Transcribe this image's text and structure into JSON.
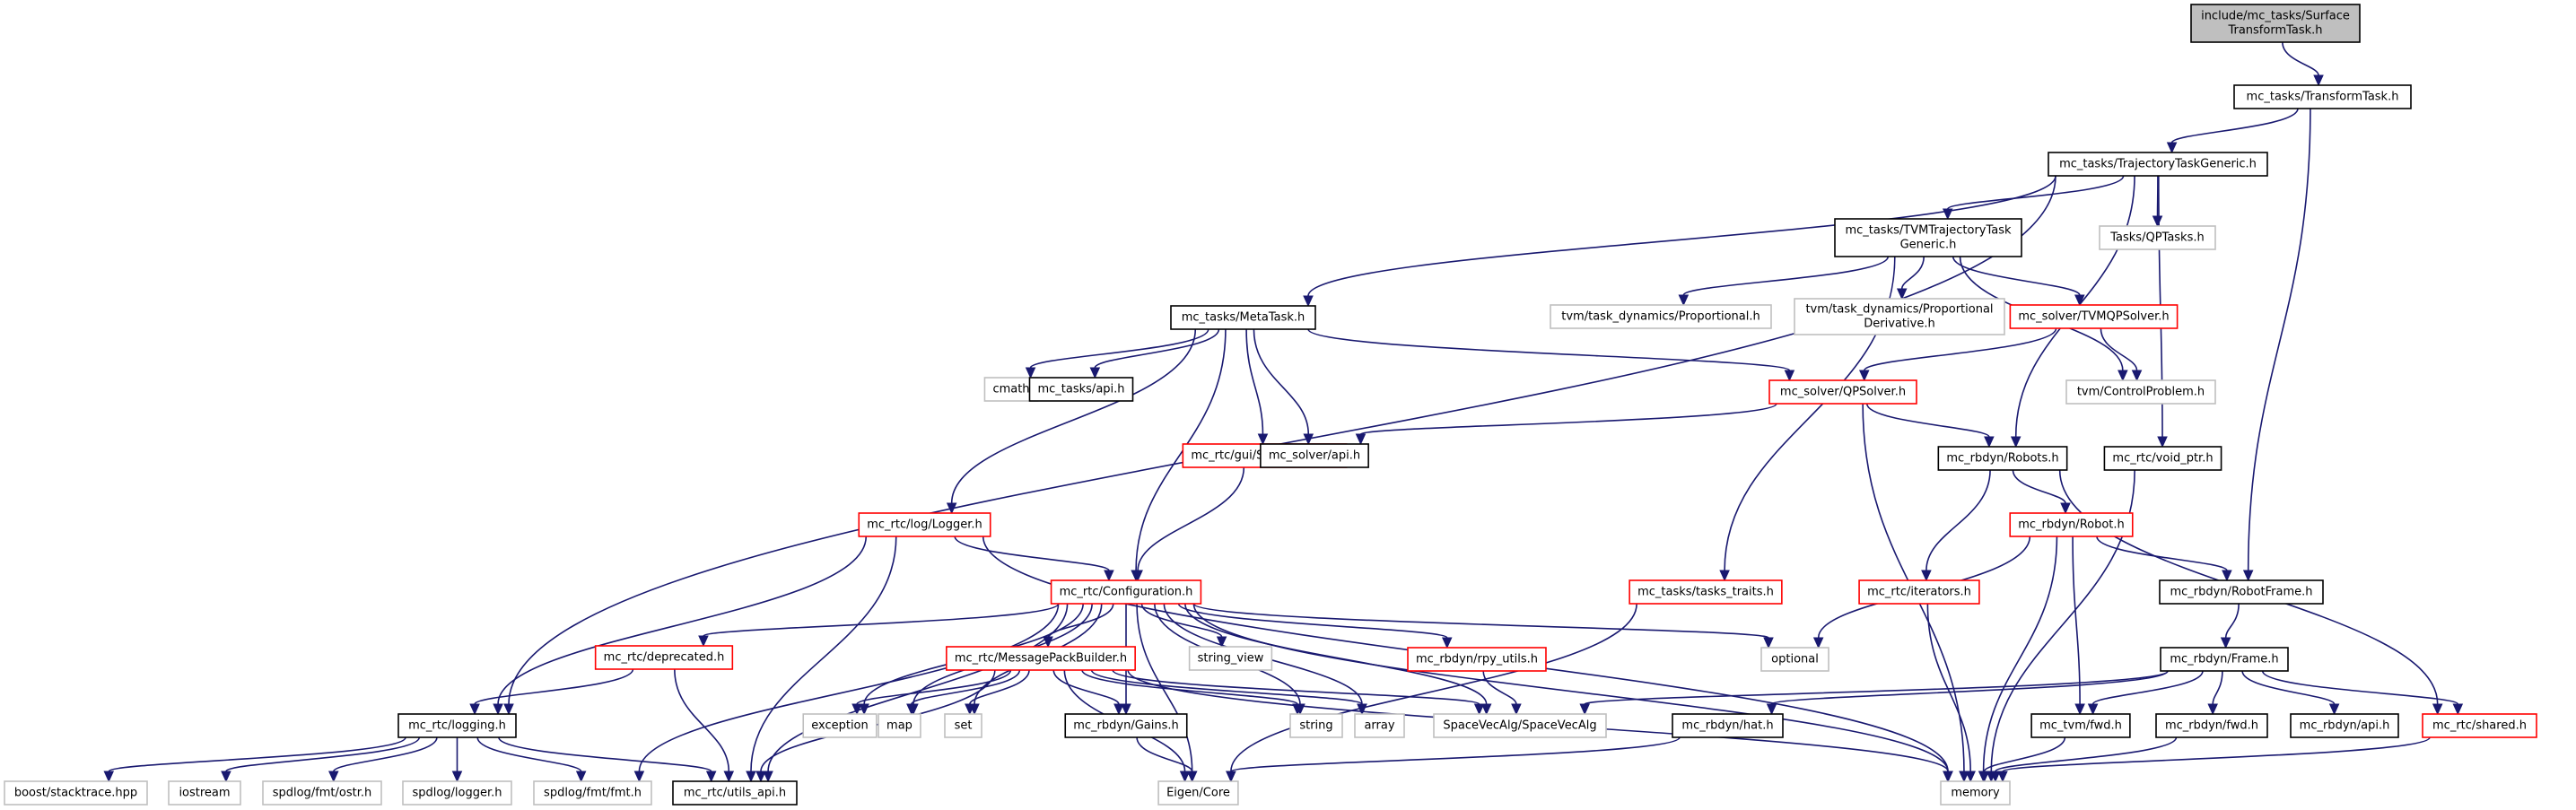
{
  "graph": {
    "title": "include/mc_tasks/SurfaceTransformTask.h",
    "colors": {
      "root_fill": "#bfbfbf",
      "documented_border": "#000000",
      "truncated_border": "#ff0000",
      "external_border": "#bfbfbf",
      "edge": "#191970"
    },
    "nodes": [
      {
        "id": "root",
        "lines": [
          "include/mc_tasks/Surface",
          "TransformTask.h"
        ],
        "kind": "root"
      },
      {
        "id": "transformtask",
        "lines": [
          "mc_tasks/TransformTask.h"
        ],
        "kind": "documented"
      },
      {
        "id": "trajgeneric",
        "lines": [
          "mc_tasks/TrajectoryTaskGeneric.h"
        ],
        "kind": "documented"
      },
      {
        "id": "tvmtraj",
        "lines": [
          "mc_tasks/TVMTrajectoryTask",
          "Generic.h"
        ],
        "kind": "documented"
      },
      {
        "id": "qptasks",
        "lines": [
          "Tasks/QPTasks.h"
        ],
        "kind": "external"
      },
      {
        "id": "metatask",
        "lines": [
          "mc_tasks/MetaTask.h"
        ],
        "kind": "documented"
      },
      {
        "id": "tvmprop",
        "lines": [
          "tvm/task_dynamics/Proportional.h"
        ],
        "kind": "external"
      },
      {
        "id": "tvmpropderiv",
        "lines": [
          "tvm/task_dynamics/Proportional",
          "Derivative.h"
        ],
        "kind": "external"
      },
      {
        "id": "tvmqpsolver",
        "lines": [
          "mc_solver/TVMQPSolver.h"
        ],
        "kind": "truncated"
      },
      {
        "id": "cmath",
        "lines": [
          "cmath"
        ],
        "kind": "external"
      },
      {
        "id": "taskapi",
        "lines": [
          "mc_tasks/api.h"
        ],
        "kind": "documented"
      },
      {
        "id": "qpsolver",
        "lines": [
          "mc_solver/QPSolver.h"
        ],
        "kind": "truncated"
      },
      {
        "id": "controlproblem",
        "lines": [
          "tvm/ControlProblem.h"
        ],
        "kind": "external"
      },
      {
        "id": "statebuilder",
        "lines": [
          "mc_rtc/gui/StateBuilder.h"
        ],
        "kind": "truncated"
      },
      {
        "id": "solverapi",
        "lines": [
          "mc_solver/api.h"
        ],
        "kind": "documented"
      },
      {
        "id": "robots",
        "lines": [
          "mc_rbdyn/Robots.h"
        ],
        "kind": "documented"
      },
      {
        "id": "voidptr",
        "lines": [
          "mc_rtc/void_ptr.h"
        ],
        "kind": "documented"
      },
      {
        "id": "logger",
        "lines": [
          "mc_rtc/log/Logger.h"
        ],
        "kind": "truncated"
      },
      {
        "id": "robot",
        "lines": [
          "mc_rbdyn/Robot.h"
        ],
        "kind": "truncated"
      },
      {
        "id": "configuration",
        "lines": [
          "mc_rtc/Configuration.h"
        ],
        "kind": "truncated"
      },
      {
        "id": "taskstraits",
        "lines": [
          "mc_tasks/tasks_traits.h"
        ],
        "kind": "truncated"
      },
      {
        "id": "iterators",
        "lines": [
          "mc_rtc/iterators.h"
        ],
        "kind": "truncated"
      },
      {
        "id": "robotframe",
        "lines": [
          "mc_rbdyn/RobotFrame.h"
        ],
        "kind": "documented"
      },
      {
        "id": "deprecated",
        "lines": [
          "mc_rtc/deprecated.h"
        ],
        "kind": "truncated"
      },
      {
        "id": "msgpack",
        "lines": [
          "mc_rtc/MessagePackBuilder.h"
        ],
        "kind": "truncated"
      },
      {
        "id": "stringview",
        "lines": [
          "string_view"
        ],
        "kind": "external"
      },
      {
        "id": "rpyutils",
        "lines": [
          "mc_rbdyn/rpy_utils.h"
        ],
        "kind": "truncated"
      },
      {
        "id": "optional",
        "lines": [
          "optional"
        ],
        "kind": "external"
      },
      {
        "id": "frame",
        "lines": [
          "mc_rbdyn/Frame.h"
        ],
        "kind": "documented"
      },
      {
        "id": "logging",
        "lines": [
          "mc_rtc/logging.h"
        ],
        "kind": "documented"
      },
      {
        "id": "exception",
        "lines": [
          "exception"
        ],
        "kind": "external"
      },
      {
        "id": "map",
        "lines": [
          "map"
        ],
        "kind": "external"
      },
      {
        "id": "set",
        "lines": [
          "set"
        ],
        "kind": "external"
      },
      {
        "id": "gains",
        "lines": [
          "mc_rbdyn/Gains.h"
        ],
        "kind": "documented"
      },
      {
        "id": "string",
        "lines": [
          "string"
        ],
        "kind": "external"
      },
      {
        "id": "array",
        "lines": [
          "array"
        ],
        "kind": "external"
      },
      {
        "id": "spacevecalg",
        "lines": [
          "SpaceVecAlg/SpaceVecAlg"
        ],
        "kind": "external"
      },
      {
        "id": "hat",
        "lines": [
          "mc_rbdyn/hat.h"
        ],
        "kind": "documented"
      },
      {
        "id": "tvmfwd",
        "lines": [
          "mc_tvm/fwd.h"
        ],
        "kind": "documented"
      },
      {
        "id": "rbdynfwd",
        "lines": [
          "mc_rbdyn/fwd.h"
        ],
        "kind": "documented"
      },
      {
        "id": "rbdynapi",
        "lines": [
          "mc_rbdyn/api.h"
        ],
        "kind": "documented"
      },
      {
        "id": "shared",
        "lines": [
          "mc_rtc/shared.h"
        ],
        "kind": "truncated"
      },
      {
        "id": "stacktrace",
        "lines": [
          "boost/stacktrace.hpp"
        ],
        "kind": "external"
      },
      {
        "id": "iostream",
        "lines": [
          "iostream"
        ],
        "kind": "external"
      },
      {
        "id": "ostr",
        "lines": [
          "spdlog/fmt/ostr.h"
        ],
        "kind": "external"
      },
      {
        "id": "spdlogger",
        "lines": [
          "spdlog/logger.h"
        ],
        "kind": "external"
      },
      {
        "id": "fmt",
        "lines": [
          "spdlog/fmt/fmt.h"
        ],
        "kind": "external"
      },
      {
        "id": "utilsapi",
        "lines": [
          "mc_rtc/utils_api.h"
        ],
        "kind": "documented"
      },
      {
        "id": "eigencore",
        "lines": [
          "Eigen/Core"
        ],
        "kind": "external"
      },
      {
        "id": "memory",
        "lines": [
          "memory"
        ],
        "kind": "external"
      }
    ],
    "edges": [
      [
        "root",
        "transformtask"
      ],
      [
        "transformtask",
        "trajgeneric"
      ],
      [
        "transformtask",
        "robotframe"
      ],
      [
        "trajgeneric",
        "logging"
      ],
      [
        "trajgeneric",
        "metatask"
      ],
      [
        "trajgeneric",
        "tvmtraj"
      ],
      [
        "trajgeneric",
        "qptasks"
      ],
      [
        "trajgeneric",
        "robots"
      ],
      [
        "trajgeneric",
        "voidptr"
      ],
      [
        "tvmtraj",
        "tvmprop"
      ],
      [
        "tvmtraj",
        "tvmpropderiv"
      ],
      [
        "tvmtraj",
        "tvmqpsolver"
      ],
      [
        "tvmtraj",
        "controlproblem"
      ],
      [
        "tvmtraj",
        "taskstraits"
      ],
      [
        "tvmqpsolver",
        "qpsolver"
      ],
      [
        "tvmqpsolver",
        "controlproblem"
      ],
      [
        "metatask",
        "logger"
      ],
      [
        "metatask",
        "cmath"
      ],
      [
        "metatask",
        "taskapi"
      ],
      [
        "metatask",
        "configuration"
      ],
      [
        "metatask",
        "statebuilder"
      ],
      [
        "metatask",
        "solverapi"
      ],
      [
        "metatask",
        "qpsolver"
      ],
      [
        "qpsolver",
        "solverapi"
      ],
      [
        "qpsolver",
        "robots"
      ],
      [
        "qpsolver",
        "memory"
      ],
      [
        "statebuilder",
        "configuration"
      ],
      [
        "logger",
        "logging"
      ],
      [
        "logger",
        "configuration"
      ],
      [
        "logger",
        "utilsapi"
      ],
      [
        "logger",
        "memory"
      ],
      [
        "robots",
        "robot"
      ],
      [
        "robots",
        "iterators"
      ],
      [
        "robots",
        "shared"
      ],
      [
        "robot",
        "robotframe"
      ],
      [
        "robot",
        "optional"
      ],
      [
        "robot",
        "tvmfwd"
      ],
      [
        "robot",
        "memory"
      ],
      [
        "voidptr",
        "memory"
      ],
      [
        "configuration",
        "deprecated"
      ],
      [
        "configuration",
        "msgpack"
      ],
      [
        "configuration",
        "stringview"
      ],
      [
        "configuration",
        "rpyutils"
      ],
      [
        "configuration",
        "optional"
      ],
      [
        "configuration",
        "exception"
      ],
      [
        "configuration",
        "map"
      ],
      [
        "configuration",
        "set"
      ],
      [
        "configuration",
        "gains"
      ],
      [
        "configuration",
        "string"
      ],
      [
        "configuration",
        "array"
      ],
      [
        "configuration",
        "spacevecalg"
      ],
      [
        "configuration",
        "fmt"
      ],
      [
        "configuration",
        "utilsapi"
      ],
      [
        "configuration",
        "eigencore"
      ],
      [
        "configuration",
        "memory"
      ],
      [
        "taskstraits",
        "eigencore"
      ],
      [
        "iterators",
        "memory"
      ],
      [
        "robotframe",
        "frame"
      ],
      [
        "deprecated",
        "logging"
      ],
      [
        "deprecated",
        "utilsapi"
      ],
      [
        "msgpack",
        "exception"
      ],
      [
        "msgpack",
        "map"
      ],
      [
        "msgpack",
        "set"
      ],
      [
        "msgpack",
        "gains"
      ],
      [
        "msgpack",
        "string"
      ],
      [
        "msgpack",
        "array"
      ],
      [
        "msgpack",
        "spacevecalg"
      ],
      [
        "msgpack",
        "utilsapi"
      ],
      [
        "msgpack",
        "eigencore"
      ],
      [
        "msgpack",
        "memory"
      ],
      [
        "rpyutils",
        "spacevecalg"
      ],
      [
        "frame",
        "spacevecalg"
      ],
      [
        "frame",
        "hat"
      ],
      [
        "frame",
        "tvmfwd"
      ],
      [
        "frame",
        "rbdynfwd"
      ],
      [
        "frame",
        "rbdynapi"
      ],
      [
        "frame",
        "shared"
      ],
      [
        "logging",
        "stacktrace"
      ],
      [
        "logging",
        "iostream"
      ],
      [
        "logging",
        "ostr"
      ],
      [
        "logging",
        "spdlogger"
      ],
      [
        "logging",
        "fmt"
      ],
      [
        "logging",
        "utilsapi"
      ],
      [
        "gains",
        "eigencore"
      ],
      [
        "hat",
        "eigencore"
      ],
      [
        "tvmfwd",
        "memory"
      ],
      [
        "rbdynfwd",
        "memory"
      ],
      [
        "shared",
        "memory"
      ]
    ]
  }
}
